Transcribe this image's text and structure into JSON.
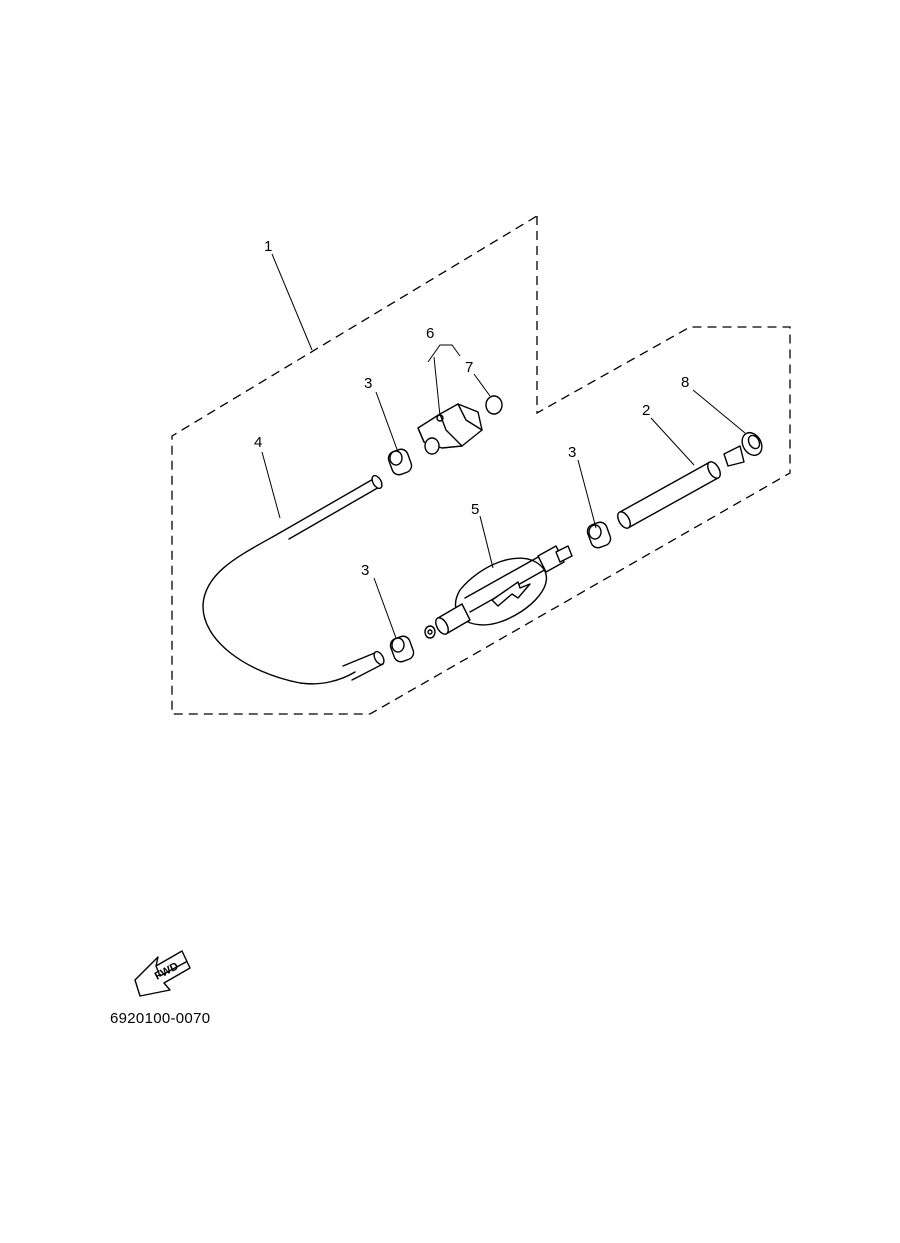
{
  "diagram": {
    "part_labels": [
      "1",
      "2",
      "3",
      "3",
      "3",
      "4",
      "5",
      "6",
      "7",
      "8"
    ],
    "fwd_label": "FWD",
    "drawing_code": "6920100-0070"
  }
}
